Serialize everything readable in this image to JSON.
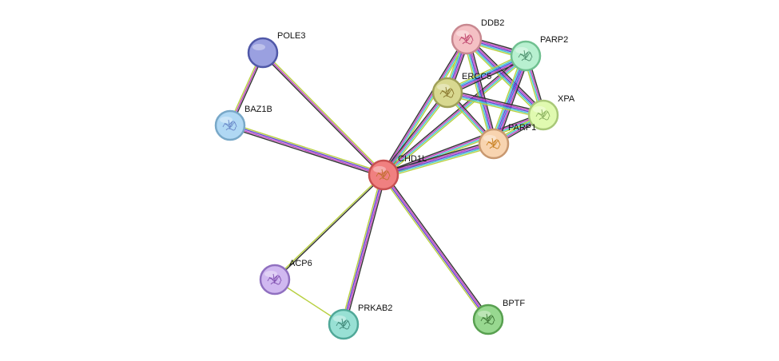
{
  "nodes": [
    {
      "id": "CHD1L",
      "label": "CHD1L",
      "fill": "#f08080",
      "stroke": "#c85050",
      "glyph": "#c07030"
    },
    {
      "id": "POLE3",
      "label": "POLE3",
      "fill": "#9aa0e0",
      "stroke": "#5058a8",
      "glyph": ""
    },
    {
      "id": "BAZ1B",
      "label": "BAZ1B",
      "fill": "#b0d8f4",
      "stroke": "#78a8c8",
      "glyph": "#6a88c8"
    },
    {
      "id": "DDB2",
      "label": "DDB2",
      "fill": "#f4c0c4",
      "stroke": "#c88890",
      "glyph": "#c04870"
    },
    {
      "id": "PARP2",
      "label": "PARP2",
      "fill": "#b8f0d0",
      "stroke": "#70c090",
      "glyph": "#509070"
    },
    {
      "id": "ERCC5",
      "label": "ERCC5",
      "fill": "#d8d890",
      "stroke": "#a0a058",
      "glyph": "#8a7830"
    },
    {
      "id": "XPA",
      "label": "XPA",
      "fill": "#e0fab0",
      "stroke": "#a8c878",
      "glyph": "#8ab060"
    },
    {
      "id": "PARP1",
      "label": "PARP1",
      "fill": "#f8d4b0",
      "stroke": "#c89870",
      "glyph": "#c88020"
    },
    {
      "id": "ACP6",
      "label": "ACP6",
      "fill": "#d0b8f0",
      "stroke": "#9070c0",
      "glyph": "#8050b0"
    },
    {
      "id": "PRKAB2",
      "label": "PRKAB2",
      "fill": "#98e0d4",
      "stroke": "#50a898",
      "glyph": "#408878"
    },
    {
      "id": "BPTF",
      "label": "BPTF",
      "fill": "#98d890",
      "stroke": "#58a050",
      "glyph": "#407838"
    }
  ],
  "evidence_colors": {
    "black": "#333333",
    "magenta": "#c040c0",
    "purple": "#6040d0",
    "cyan": "#40c8d0",
    "yellowgreen": "#b8d040",
    "blue": "#4060e0"
  },
  "edges": [
    {
      "source": "CHD1L",
      "target": "POLE3",
      "evidence": [
        "black",
        "magenta",
        "yellowgreen"
      ]
    },
    {
      "source": "CHD1L",
      "target": "BAZ1B",
      "evidence": [
        "black",
        "magenta",
        "purple",
        "yellowgreen"
      ]
    },
    {
      "source": "POLE3",
      "target": "BAZ1B",
      "evidence": [
        "black",
        "magenta",
        "yellowgreen"
      ]
    },
    {
      "source": "CHD1L",
      "target": "DDB2",
      "evidence": [
        "black",
        "magenta",
        "cyan",
        "yellowgreen"
      ]
    },
    {
      "source": "CHD1L",
      "target": "PARP2",
      "evidence": [
        "black",
        "magenta",
        "cyan",
        "yellowgreen"
      ]
    },
    {
      "source": "CHD1L",
      "target": "ERCC5",
      "evidence": [
        "black",
        "magenta",
        "cyan",
        "yellowgreen"
      ]
    },
    {
      "source": "CHD1L",
      "target": "XPA",
      "evidence": [
        "black",
        "magenta",
        "cyan",
        "yellowgreen"
      ]
    },
    {
      "source": "CHD1L",
      "target": "PARP1",
      "evidence": [
        "black",
        "magenta",
        "purple",
        "cyan",
        "yellowgreen"
      ]
    },
    {
      "source": "CHD1L",
      "target": "ACP6",
      "evidence": [
        "black",
        "yellowgreen"
      ]
    },
    {
      "source": "CHD1L",
      "target": "PRKAB2",
      "evidence": [
        "black",
        "magenta",
        "purple",
        "yellowgreen"
      ]
    },
    {
      "source": "CHD1L",
      "target": "BPTF",
      "evidence": [
        "black",
        "magenta",
        "purple",
        "yellowgreen"
      ]
    },
    {
      "source": "ACP6",
      "target": "PRKAB2",
      "evidence": [
        "yellowgreen"
      ]
    },
    {
      "source": "DDB2",
      "target": "PARP2",
      "evidence": [
        "black",
        "magenta",
        "purple",
        "cyan",
        "yellowgreen"
      ]
    },
    {
      "source": "DDB2",
      "target": "ERCC5",
      "evidence": [
        "black",
        "magenta",
        "purple",
        "cyan",
        "yellowgreen"
      ]
    },
    {
      "source": "DDB2",
      "target": "XPA",
      "evidence": [
        "black",
        "magenta",
        "purple",
        "cyan",
        "yellowgreen"
      ]
    },
    {
      "source": "DDB2",
      "target": "PARP1",
      "evidence": [
        "black",
        "magenta",
        "purple",
        "cyan",
        "yellowgreen"
      ]
    },
    {
      "source": "PARP2",
      "target": "ERCC5",
      "evidence": [
        "black",
        "magenta",
        "blue",
        "cyan",
        "yellowgreen"
      ]
    },
    {
      "source": "PARP2",
      "target": "XPA",
      "evidence": [
        "black",
        "magenta",
        "cyan",
        "yellowgreen"
      ]
    },
    {
      "source": "PARP2",
      "target": "PARP1",
      "evidence": [
        "black",
        "magenta",
        "blue",
        "purple",
        "cyan",
        "yellowgreen"
      ]
    },
    {
      "source": "ERCC5",
      "target": "XPA",
      "evidence": [
        "black",
        "magenta",
        "purple",
        "cyan",
        "yellowgreen"
      ]
    },
    {
      "source": "ERCC5",
      "target": "PARP1",
      "evidence": [
        "black",
        "magenta",
        "cyan",
        "yellowgreen"
      ]
    },
    {
      "source": "XPA",
      "target": "PARP1",
      "evidence": [
        "black",
        "magenta",
        "cyan",
        "yellowgreen"
      ]
    }
  ]
}
